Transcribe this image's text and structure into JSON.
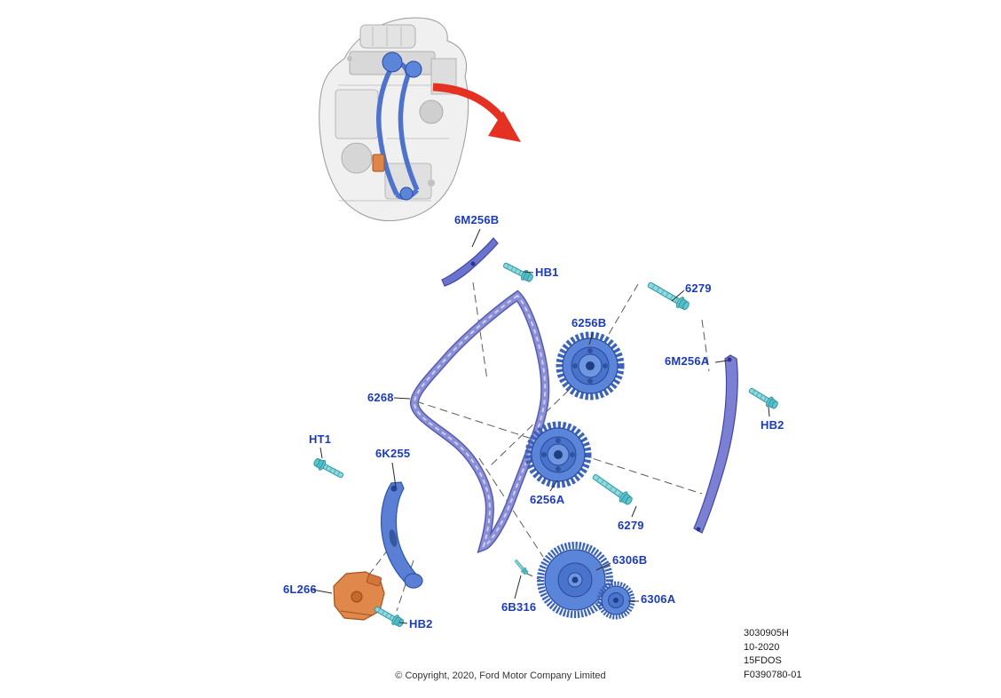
{
  "figure": {
    "copyright": "© Copyright, 2020, Ford Motor Company Limited",
    "doc_block": {
      "line1": "3030905H",
      "line2": "10-2020",
      "line3": "15FDOS",
      "line4": "F0390780-01"
    }
  },
  "labels": [
    {
      "text": "6M256B"
    },
    {
      "text": "HB1"
    },
    {
      "text": "6279"
    },
    {
      "text": "6256B"
    },
    {
      "text": "6M256A"
    },
    {
      "text": "HB2"
    },
    {
      "text": "6268"
    },
    {
      "text": "HT1"
    },
    {
      "text": "6K255"
    },
    {
      "text": "6256A"
    },
    {
      "text": "6279"
    },
    {
      "text": "6L266"
    },
    {
      "text": "HB2"
    },
    {
      "text": "6B316"
    },
    {
      "text": "6306B"
    },
    {
      "text": "6306A"
    }
  ],
  "colors": {
    "label_blue": "#1c3abc",
    "part_blue": "#5b85d8",
    "chain_violet": "#8b8fd6",
    "bolt_teal": "#63c5cd",
    "tensioner_orange": "#df854a",
    "arrow_red": "#e43122"
  }
}
